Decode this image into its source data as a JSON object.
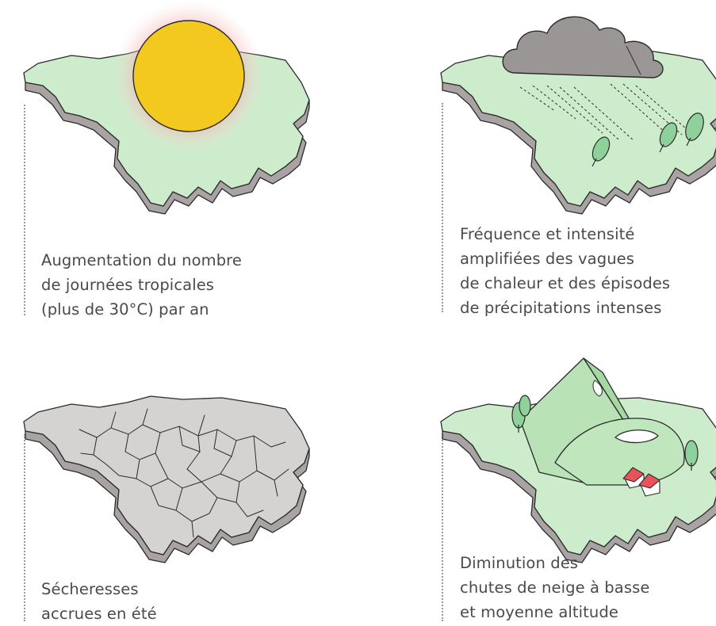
{
  "colors": {
    "land": "#cdeccb",
    "land_side": "#a9a3a3",
    "outline": "#2b2b2b",
    "sun": "#f3c91f",
    "sun_glow": "#f59a9a",
    "cloud": "#9b9696",
    "dry_land": "#d5d2d2",
    "tree": "#8fd19a",
    "roof": "#e8525a",
    "text": "#4a4a4a"
  },
  "panels": [
    {
      "id": "tropical-days",
      "icon": "sun-icon",
      "caption": [
        "Augmentation du nombre",
        "de journées tropicales",
        "(plus de 30°C) par an"
      ]
    },
    {
      "id": "heatwaves-rain",
      "icon": "rain-cloud-icon",
      "caption": [
        "Fréquence et intensité",
        "amplifiées des vagues",
        "de chaleur et des épisodes",
        "de précipitations intenses"
      ]
    },
    {
      "id": "droughts",
      "icon": "cracked-ground-icon",
      "caption": [
        "Sécheresses",
        "accrues en été"
      ]
    },
    {
      "id": "snowfall",
      "icon": "mountain-icon",
      "caption": [
        "Diminution des",
        "chutes de neige à basse",
        "et moyenne altitude"
      ]
    }
  ]
}
